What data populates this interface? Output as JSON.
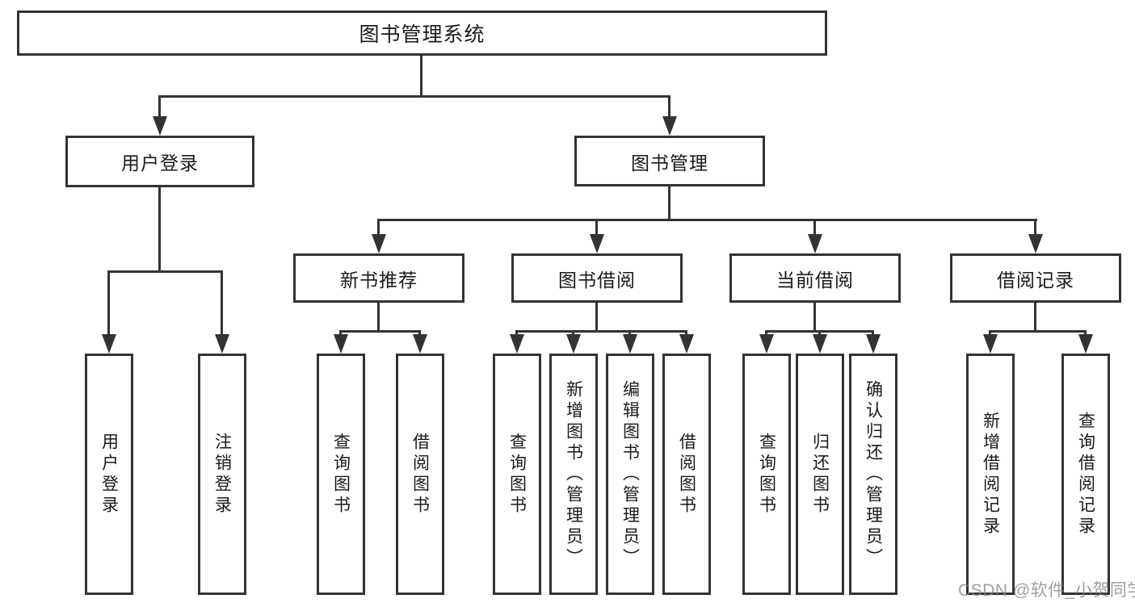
{
  "diagram": {
    "type": "hierarchy-tree",
    "title": "图书管理系统",
    "nodes": {
      "root": "图书管理系统",
      "user_login": "用户登录",
      "book_mgmt": "图书管理",
      "new_book_rec": "新书推荐",
      "book_borrow": "图书借阅",
      "current_borrow": "当前借阅",
      "borrow_record": "借阅记录",
      "leaf_user_login": "用户登录",
      "leaf_logout": "注销登录",
      "leaf_query_book_a": "查询图书",
      "leaf_borrow_book_a": "借阅图书",
      "leaf_query_book_b": "查询图书",
      "leaf_add_book": "新增图书（管理员）",
      "leaf_edit_book": "编辑图书（管理员）",
      "leaf_borrow_book_b": "借阅图书",
      "leaf_query_book_c": "查询图书",
      "leaf_return_book": "归还图书",
      "leaf_confirm_return": "确认归还（管理员）",
      "leaf_add_record": "新增借阅记录",
      "leaf_query_record": "查询借阅记录"
    },
    "hierarchy": {
      "图书管理系统": {
        "用户登录": [
          "用户登录",
          "注销登录"
        ],
        "图书管理": {
          "新书推荐": [
            "查询图书",
            "借阅图书"
          ],
          "图书借阅": [
            "查询图书",
            "新增图书（管理员）",
            "编辑图书（管理员）",
            "借阅图书"
          ],
          "当前借阅": [
            "查询图书",
            "归还图书",
            "确认归还（管理员）"
          ],
          "借阅记录": [
            "新增借阅记录",
            "查询借阅记录"
          ]
        }
      }
    },
    "colors": {
      "background": "#ffffff",
      "line": "#333333",
      "box_border": "#333333",
      "text": "#1a1a1a",
      "watermark": "#848484"
    }
  },
  "watermark": "CSDN @软件_小贺同学"
}
